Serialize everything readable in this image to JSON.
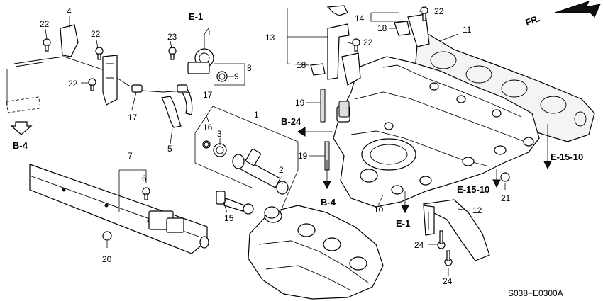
{
  "diagram_code": "S038−E0300A",
  "direction_label": "FR.",
  "refs": {
    "e1_top": "E-1",
    "b4_left": "B-4",
    "b24": "B-24",
    "b4_mid": "B-4",
    "e1_bottom": "E-1",
    "e1510_right": "E-15-10",
    "e1510_mid": "E-15-10"
  },
  "parts": {
    "p1": "1",
    "p2": "2",
    "p3": "3",
    "p4": "4",
    "p5": "5",
    "p6": "6",
    "p7": "7",
    "p8": "8",
    "p9": "9",
    "p10": "10",
    "p11": "11",
    "p12": "12",
    "p13": "13",
    "p14": "14",
    "p15": "15",
    "p16": "16",
    "p17a": "17",
    "p17b": "17",
    "p18a": "18",
    "p18b": "18",
    "p19a": "19",
    "p19b": "19",
    "p20": "20",
    "p21": "21",
    "p22a": "22",
    "p22b": "22",
    "p22c": "22",
    "p22d": "22",
    "p22e": "22",
    "p23": "23",
    "p24a": "24",
    "p24b": "24"
  }
}
